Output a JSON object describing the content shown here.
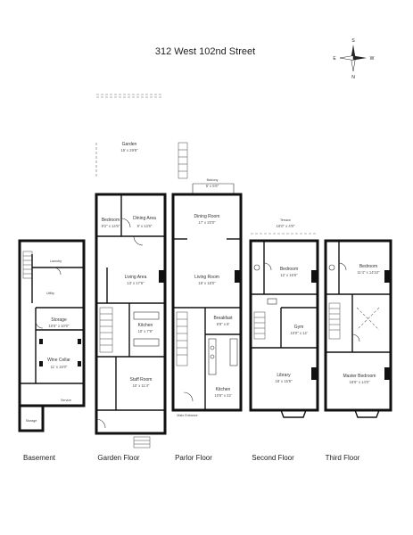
{
  "title": "312 West 102nd Street",
  "compass": {
    "n": "N",
    "s": "S",
    "e": "E",
    "w": "W"
  },
  "floors": {
    "basement": {
      "label": "Basement",
      "rooms": [
        {
          "name": "Laundry",
          "dim": ""
        },
        {
          "name": "Utility",
          "dim": ""
        },
        {
          "name": "Storage",
          "dim": "10'6\" x 10'0\""
        },
        {
          "name": "Wine Cellar",
          "dim": "11' x 15'0\""
        },
        {
          "name": "Service",
          "dim": ""
        },
        {
          "name": "Storage",
          "dim": ""
        }
      ]
    },
    "garden": {
      "label": "Garden Floor",
      "rooms": [
        {
          "name": "Garden",
          "dim": "15' x 29'8\""
        },
        {
          "name": "Bedroom",
          "dim": "9'2\" x 14'5\""
        },
        {
          "name": "Dining Area",
          "dim": "8' x 13'6\""
        },
        {
          "name": "Living Area",
          "dim": "13' x 17'6\""
        },
        {
          "name": "Kitchen",
          "dim": "10' x 7'9\""
        },
        {
          "name": "Staff Room",
          "dim": "10' x 11'4\""
        }
      ]
    },
    "parlor": {
      "label": "Parlor Floor",
      "rooms": [
        {
          "name": "Balcony",
          "dim": "6' x 5'6\""
        },
        {
          "name": "Dining Room",
          "dim": "17' x 20'0\""
        },
        {
          "name": "Living Room",
          "dim": "18' x 18'0\""
        },
        {
          "name": "Breakfast",
          "dim": "6'9\" x 8'"
        },
        {
          "name": "Kitchen",
          "dim": "10'6\" x 22'"
        },
        {
          "name": "Main Entrance",
          "dim": ""
        }
      ]
    },
    "second": {
      "label": "Second Floor",
      "rooms": [
        {
          "name": "Terrace",
          "dim": "16'0\" x 4'8\""
        },
        {
          "name": "Bedroom",
          "dim": "12' x 16'6\""
        },
        {
          "name": "Gym",
          "dim": "10'0\" x 12'"
        },
        {
          "name": "Library",
          "dim": "18' x 15'6\""
        }
      ]
    },
    "third": {
      "label": "Third Floor",
      "rooms": [
        {
          "name": "Bedroom",
          "dim": "11'4\" x 14'10\""
        },
        {
          "name": "Master Bedroom",
          "dim": "18'6\" x 14'0\""
        }
      ]
    }
  }
}
